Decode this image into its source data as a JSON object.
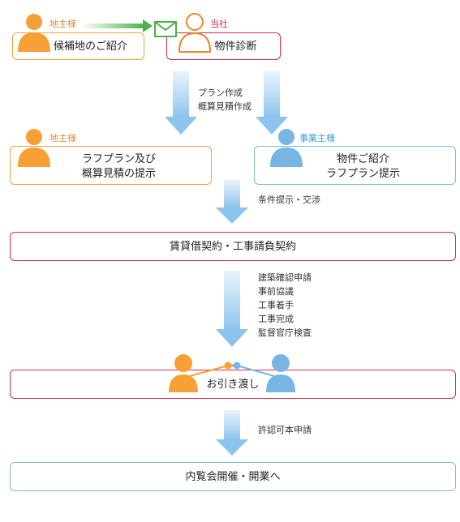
{
  "colors": {
    "orange": "#f7a035",
    "blue": "#77b5e3",
    "red": "#d62b4f",
    "green": "#4cb04c"
  },
  "top": {
    "landowner_tag": "地主様",
    "company_tag": "当社",
    "candidate_box": "候補地のご紹介",
    "diagnosis_box": "物件診断"
  },
  "middle": {
    "note_lines": [
      "プラン作成",
      "概算見積作成"
    ],
    "landowner_tag": "地主様",
    "business_tag": "事業主様",
    "left_box_lines": [
      "ラフプラン及び",
      "概算見積の提示"
    ],
    "right_box_lines": [
      "物件ご紹介",
      "ラフプラン提示"
    ]
  },
  "flow": {
    "note1": "条件提示・交渉",
    "contract_box": "賃貸借契約・工事請負契約",
    "steps": [
      "建築確認申請",
      "事前協議",
      "工事着手",
      "工事完成",
      "監督官庁検査"
    ],
    "handover_box": "お引き渡し",
    "note3": "許認可本申請",
    "final_box": "内覧会開催・開業へ"
  },
  "icons": [
    "person-icon",
    "mail-icon",
    "arrow-icon"
  ]
}
